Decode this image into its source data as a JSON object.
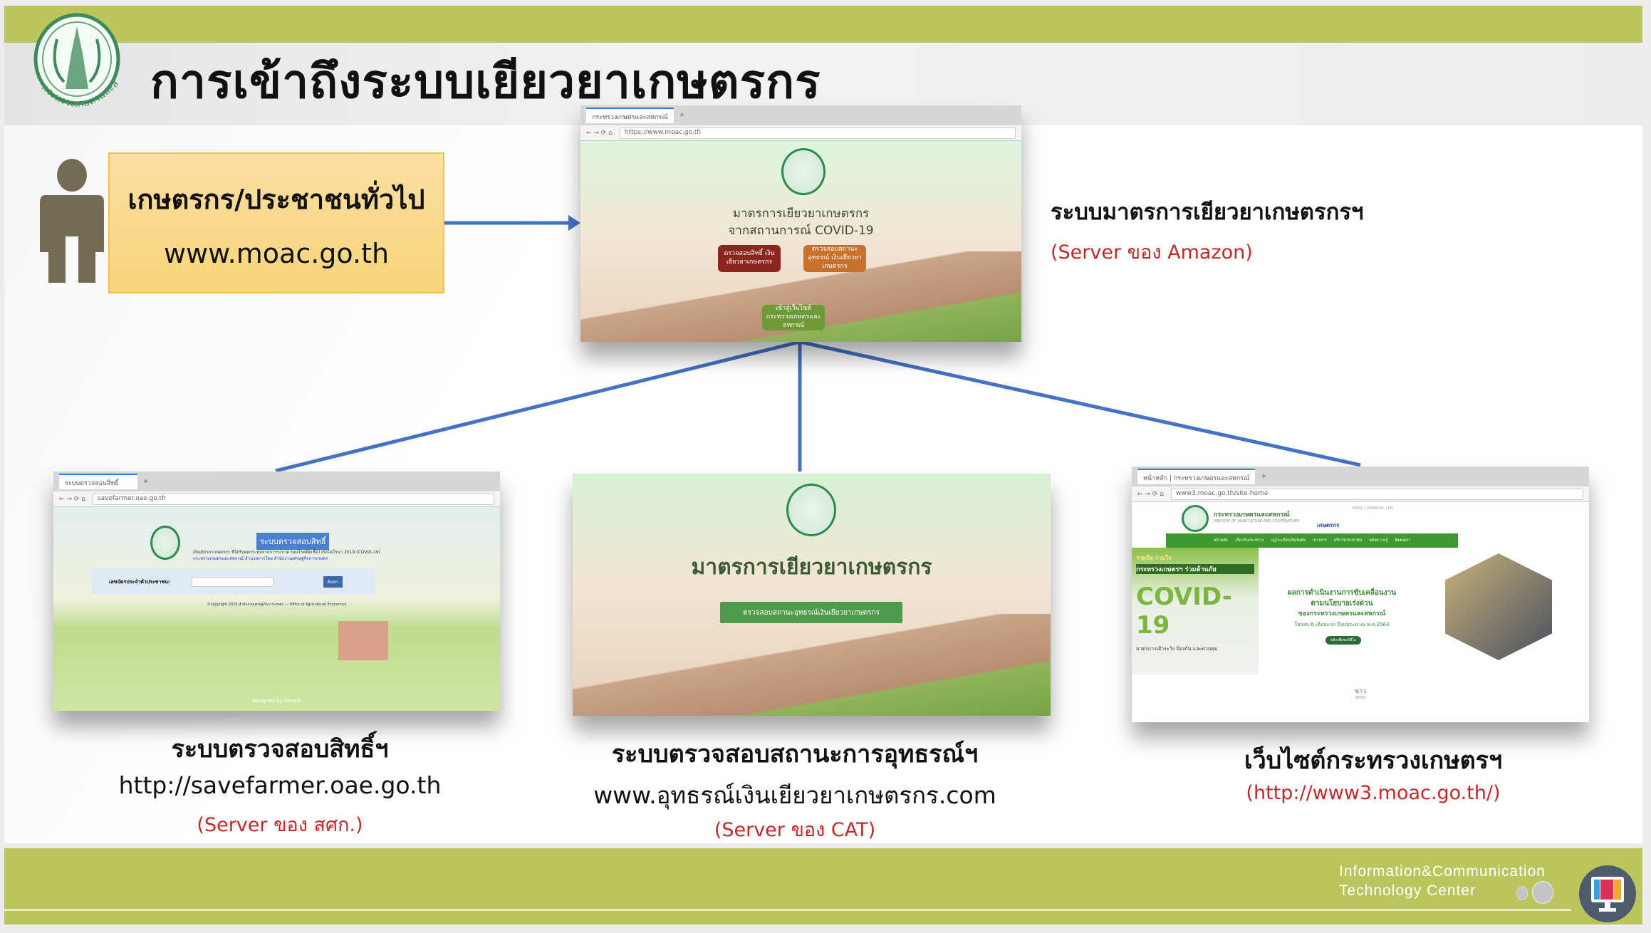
{
  "title": "การเข้าถึงระบบเยียวยาเกษตรกร",
  "logo_text": "กระทรวงเกษตรและสหกรณ์",
  "user_box": {
    "line1": "เกษตรกร/ประชาชนทั่วไป",
    "line2": "www.moac.go.th"
  },
  "main_system": {
    "label": "ระบบมาตรการเยียวยาเกษตรกรฯ",
    "server": "(Server ของ Amazon)",
    "browser": {
      "tab": "กระทรวงเกษตรและสหกรณ์",
      "url": "https://www.moac.go.th"
    },
    "heading1": "มาตรการเยียวยาเกษตรกร",
    "heading2": "จากสถานการณ์ COVID-19",
    "buttons": [
      "ตรวจสอบสิทธิ์ เงินเยียวยาเกษตรกร",
      "ตรวจสอบสถานะอุทธรณ์ เงินเยียวยาเกษตรกร",
      "เข้าสู่เว็บไซต์ กระทรวงเกษตรและสหกรณ์"
    ]
  },
  "systems": [
    {
      "label": "ระบบตรวจสอบสิทธิ์ฯ",
      "url": "http://savefarmer.oae.go.th",
      "server": "(Server ของ สศก.)",
      "browser": {
        "tab": "ระบบตรวจสอบสิทธิ์",
        "url": "savefarmer.oae.go.th"
      },
      "badge": "ระบบตรวจสอบสิทธิ์",
      "desc": "เงินเยียวยาเกษตรกร ที่ได้รับผลกระทบจากการระบาด ของโรคติดเชื้อไวรัสโคโรนา 2019 (COVID-19)",
      "org": "กระทรวงเกษตรและสหกรณ์ อำนวยการโดย สำนักงานเศรษฐกิจการเกษตร",
      "field_label": "เลขบัตรประจำตัวประชาชน:",
      "search": "ค้นหา",
      "copyright": "©copyright 2020 สำนักงานเศรษฐกิจการเกษตร — Office of Agricultural Economics",
      "credit": "designed by freepik"
    },
    {
      "label": "ระบบตรวจสอบสถานะการอุทธรณ์ฯ",
      "url": "www.อุทธรณ์เงินเยียวยาเกษตรกร.com",
      "server": "(Server ของ CAT)",
      "heading": "มาตรการเยียวยาเกษตรกร",
      "button": "ตรวจสอบสถานะอุทธรณ์เงินเยียวยาเกษตรกร"
    },
    {
      "label": "เว็บไซต์กระทรวงเกษตรฯ",
      "url": "(http://www3.moac.go.th/)",
      "browser": {
        "tab": "หน้าหลัก | กระทรวงเกษตรและสหกรณ์",
        "url": "www3.moac.go.th/site-home"
      },
      "site_name": "กระทรวงเกษตรและสหกรณ์",
      "site_en": "MINISTRY OF AGRICULTURE AND COOPERATIVES",
      "site_tag": "เกษตรกร",
      "top_links": "MOAC | OPSMOAC | EN",
      "nav": [
        "หน้าหลัก",
        "เกี่ยวกับกระทรวง",
        "กฎ/ระเบียบ/ข้อบังคับ",
        "ข่าวสาร",
        "บริการประชาชน",
        "คลังความรู้",
        "ติดต่อเรา"
      ],
      "banner_left": [
        "ร่วมมือ ร่วมใจ",
        "กระทรวงเกษตรฯ ร่วมต้านภัย",
        "COVID-19",
        "มาตรการเฝ้าระวัง ป้องกัน และควบคุม"
      ],
      "banner_right": [
        "ผลการดำเนินงานการขับเคลื่อนงาน",
        "ตามนโยบายเร่งด่วน",
        "ของกระทรวงเกษตรและสหกรณ์",
        "ในรอบ 6 เดือนแรก ปีงบประมาณ พ.ศ.2563"
      ],
      "banner_button": "คลิกเพื่อชมวิดีโอ",
      "news": "ข่าว",
      "news_en": "NEWS"
    }
  ],
  "footer": {
    "line1": "Information&Communication",
    "line2": "Technology  Center"
  },
  "colors": {
    "green_band": "#bac55e",
    "connector": "#4472c4",
    "server_text": "#c0282a",
    "box": "#f9d98a"
  }
}
